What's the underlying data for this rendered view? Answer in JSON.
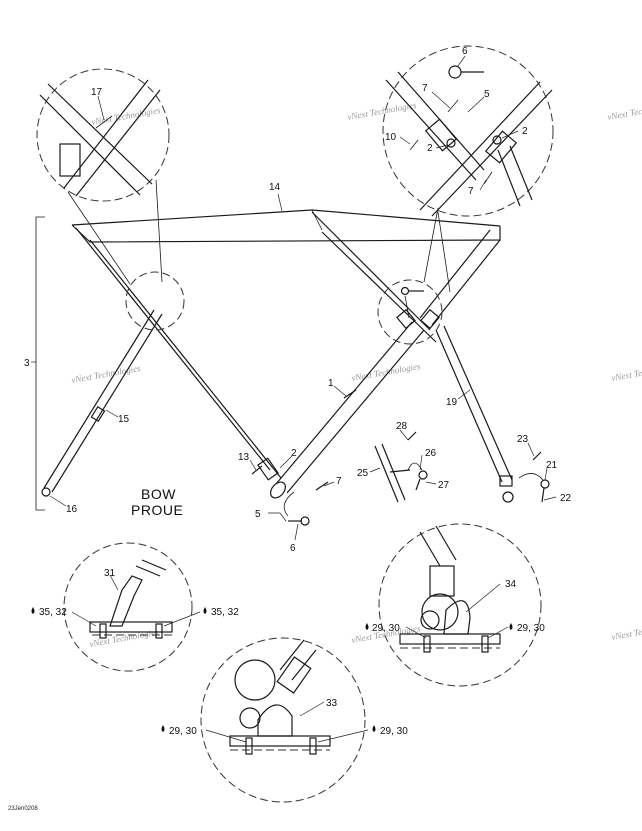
{
  "labels": {
    "c1": "1",
    "c2a": "2",
    "c2b": "2",
    "c2c": "2",
    "c3": "3",
    "c5a": "5",
    "c5b": "5",
    "c6a": "6",
    "c6b": "6",
    "c7a": "7",
    "c7b": "7",
    "c7c": "7",
    "c10": "10",
    "c13": "13",
    "c14": "14",
    "c15": "15",
    "c16": "16",
    "c17": "17",
    "c19": "19",
    "c21": "21",
    "c22": "22",
    "c23": "23",
    "c25": "25",
    "c26": "26",
    "c27": "27",
    "c28": "28",
    "c31": "31",
    "c33": "33",
    "c34": "34",
    "c3532a": "35, 32",
    "c3532b": "35, 32",
    "c2930a": "29, 30",
    "c2930b": "29, 30",
    "c2930c": "29, 30",
    "c2930d": "29, 30"
  },
  "bow_text": {
    "line1": "BOW",
    "line2": "PROUE"
  },
  "watermark": "vNext Technologies",
  "figure_code": "23Jen0208"
}
